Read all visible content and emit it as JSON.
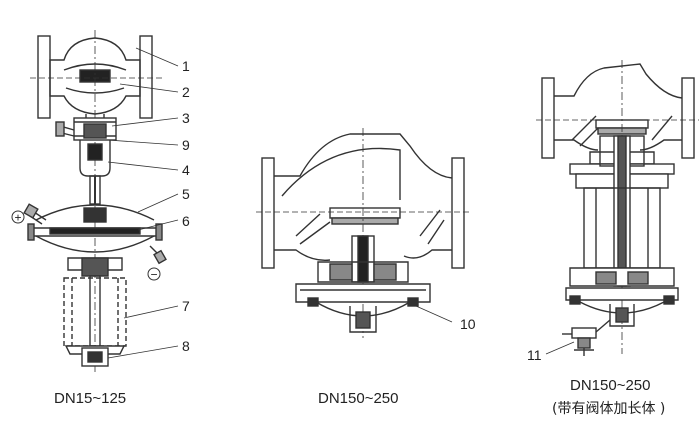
{
  "figures": [
    {
      "caption": "DN15~125"
    },
    {
      "caption": "DN150~250"
    },
    {
      "caption": "DN150~250",
      "note": "(带有阀体加长体 )"
    }
  ],
  "callouts": [
    "1",
    "2",
    "3",
    "9",
    "4",
    "5",
    "6",
    "7",
    "8",
    "10",
    "11"
  ],
  "symbols": {
    "plus": "+",
    "minus": "−"
  }
}
